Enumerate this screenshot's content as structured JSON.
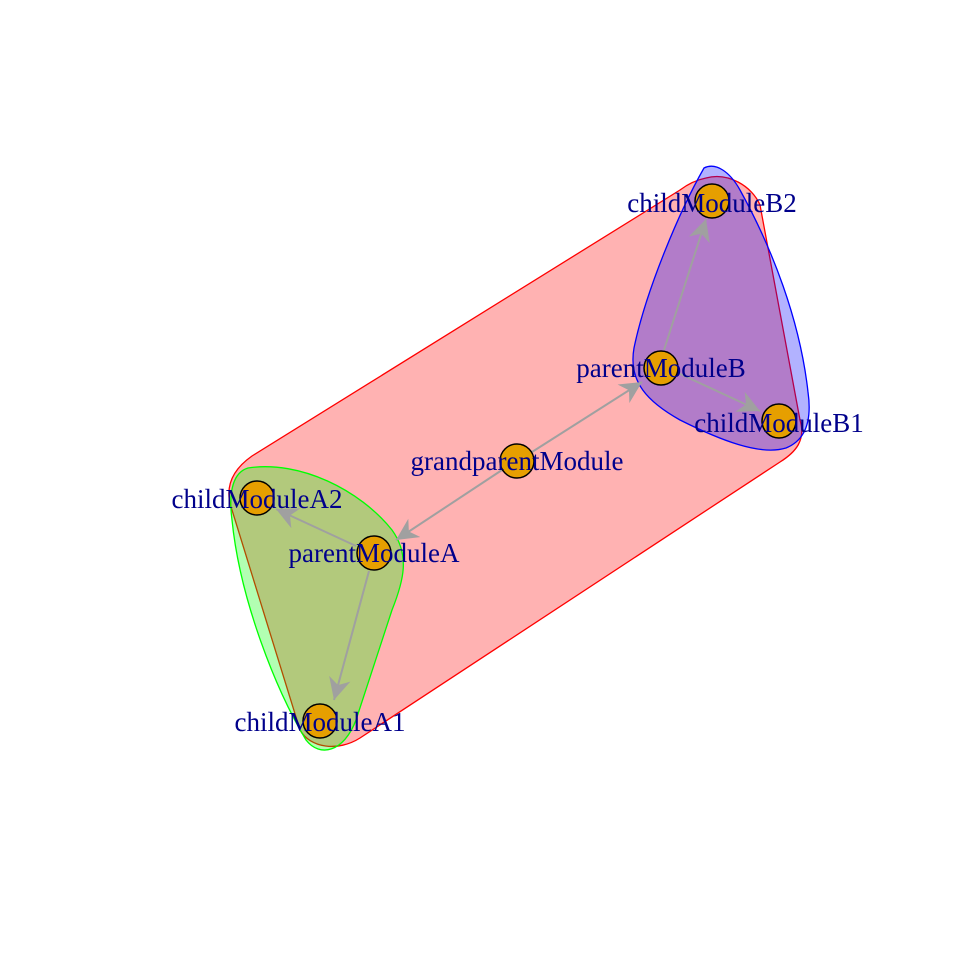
{
  "graph": {
    "nodes": [
      {
        "id": "grandparentModule",
        "label": "grandparentModule"
      },
      {
        "id": "parentModuleA",
        "label": "parentModuleA"
      },
      {
        "id": "parentModuleB",
        "label": "parentModuleB"
      },
      {
        "id": "childModuleA1",
        "label": "childModuleA1"
      },
      {
        "id": "childModuleA2",
        "label": "childModuleA2"
      },
      {
        "id": "childModuleB1",
        "label": "childModuleB1"
      },
      {
        "id": "childModuleB2",
        "label": "childModuleB2"
      }
    ],
    "edges": [
      {
        "from": "grandparentModule",
        "to": "parentModuleA"
      },
      {
        "from": "grandparentModule",
        "to": "parentModuleB"
      },
      {
        "from": "parentModuleA",
        "to": "childModuleA1"
      },
      {
        "from": "parentModuleA",
        "to": "childModuleA2"
      },
      {
        "from": "parentModuleB",
        "to": "childModuleB1"
      },
      {
        "from": "parentModuleB",
        "to": "childModuleB2"
      }
    ],
    "groups": [
      {
        "id": "group-all",
        "members": [
          "grandparentModule",
          "parentModuleA",
          "parentModuleB",
          "childModuleA1",
          "childModuleA2",
          "childModuleB1",
          "childModuleB2"
        ],
        "fill": "#FF000055",
        "stroke": "#FF0000"
      },
      {
        "id": "group-a",
        "members": [
          "parentModuleA",
          "childModuleA1",
          "childModuleA2"
        ],
        "fill": "#00FF0055",
        "stroke": "#00FF00"
      },
      {
        "id": "group-b",
        "members": [
          "parentModuleB",
          "childModuleB1",
          "childModuleB2"
        ],
        "fill": "#0000FF55",
        "stroke": "#0000FF"
      }
    ]
  },
  "colors": {
    "node_fill": "#E69F00",
    "node_stroke": "#000000",
    "edge": "#A0A0A0",
    "label": "#00008B"
  }
}
